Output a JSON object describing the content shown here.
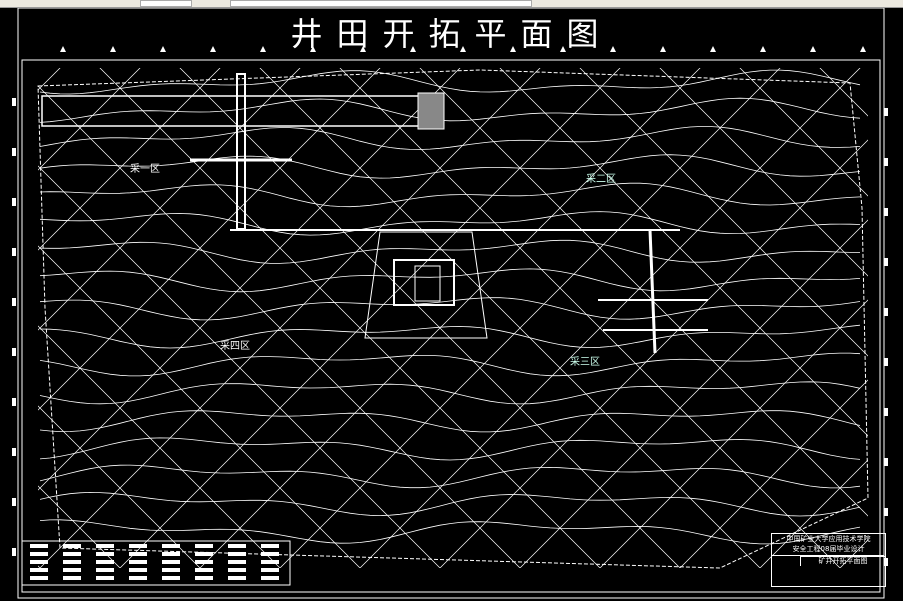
{
  "drawing": {
    "title": "井田开拓平面图",
    "background": "#000000",
    "line_color": "#ffffff",
    "zones": [
      {
        "label": "采一区"
      },
      {
        "label": "采二区"
      },
      {
        "label": "采三区"
      },
      {
        "label": "采四区"
      }
    ],
    "title_block": {
      "line1": "中国矿业大学应用技术学院",
      "line2": "安全工程08届毕业设计",
      "drawing_name": "矿井开拓平面图"
    }
  }
}
